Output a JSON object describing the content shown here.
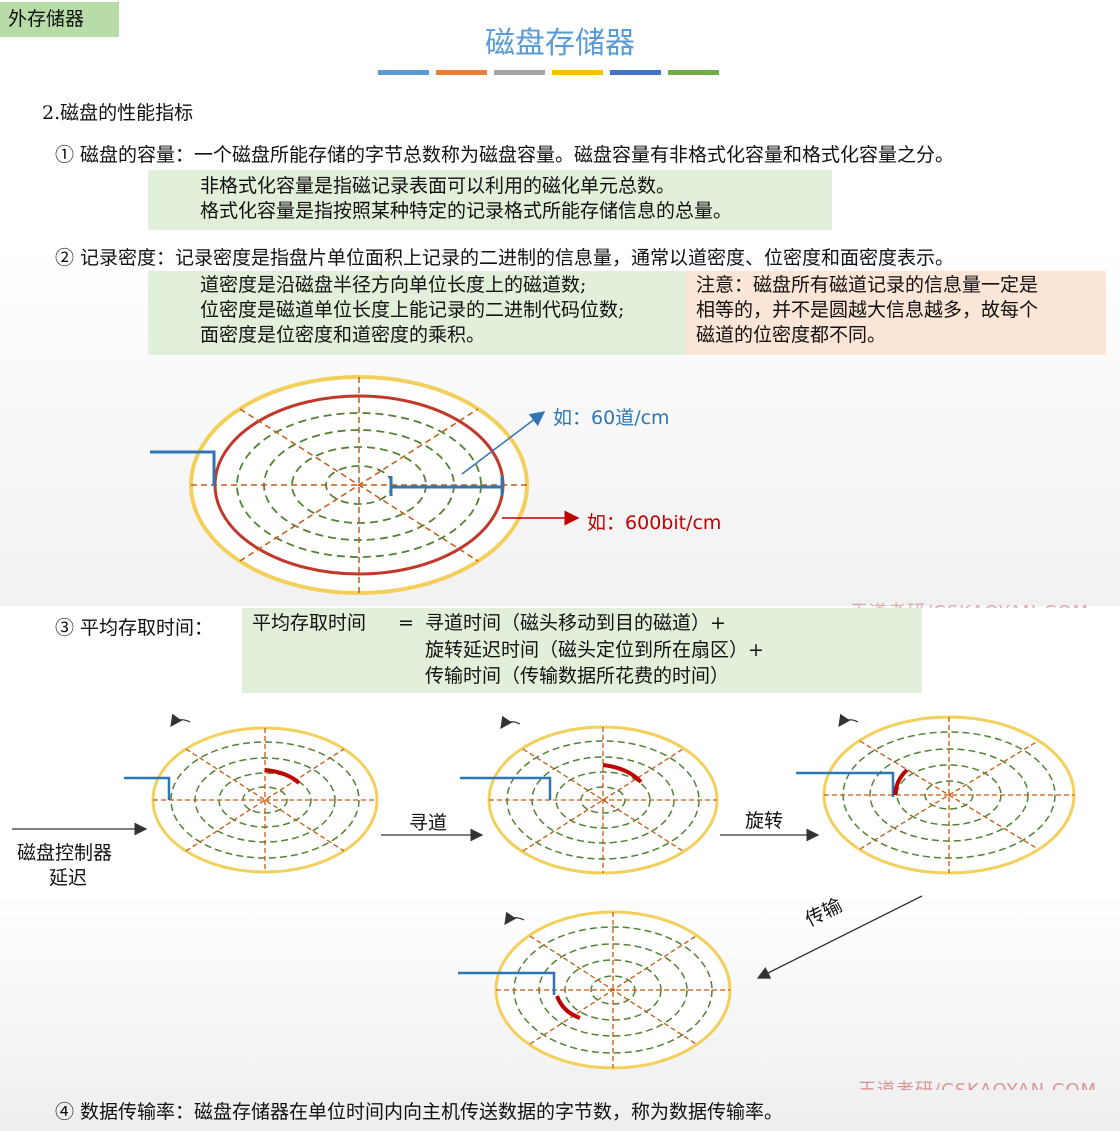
{
  "header": {
    "tag": "外存储器",
    "title": "磁盘存储器",
    "bar_colors": [
      "#5b9bd5",
      "#ed7d31",
      "#a5a5a5",
      "#ffc000",
      "#4472c4",
      "#70ad47"
    ]
  },
  "section_title": "2.磁盘的性能指标",
  "item1": {
    "text": "① 磁盘的容量：一个磁盘所能存储的字节总数称为磁盘容量。磁盘容量有非格式化容量和格式化容量之分。",
    "notes": [
      "非格式化容量是指磁记录表面可以利用的磁化单元总数。",
      "格式化容量是指按照某种特定的记录格式所能存储信息的总量。"
    ]
  },
  "item2": {
    "text": "② 记录密度：记录密度是指盘片单位面积上记录的二进制的信息量，通常以道密度、位密度和面密度表示。",
    "notes": [
      "道密度是沿磁盘半径方向单位长度上的磁道数;",
      "位密度是磁道单位长度上能记录的二进制代码位数;",
      "面密度是位密度和道密度的乘积。"
    ],
    "attention": [
      "注意：磁盘所有磁道记录的信息量一定是",
      "相等的，并不是圆越大信息越多，故每个",
      "磁道的位密度都不同。"
    ],
    "example_track_prefix": "如：",
    "example_track_value": "60道/cm",
    "example_bit_prefix": "如：",
    "example_bit_value": "600bit/cm",
    "colors": {
      "track": "#2e75b6",
      "bit": "#c00000"
    }
  },
  "item3": {
    "label": "③ 平均存取时间：",
    "formula_left": "平均存取时间",
    "equals": "=",
    "terms": [
      "寻道时间（磁头移动到目的磁道）+",
      "旋转延迟时间（磁头定位到所在扇区）+",
      "传输时间（传输数据所花费的时间）"
    ],
    "controller_delay": [
      "磁盘控制器",
      "延迟"
    ],
    "step_seek": "寻道",
    "step_rotate": "旋转",
    "step_transfer": "传输"
  },
  "item4": {
    "text": "④ 数据传输率：磁盘存储器在单位时间内向主机传送数据的字节数，称为数据传输率。"
  },
  "watermarks": [
    "王道考研/CSKAOYAN.COM",
    "王道考研/CSKAOYAN.COM"
  ]
}
